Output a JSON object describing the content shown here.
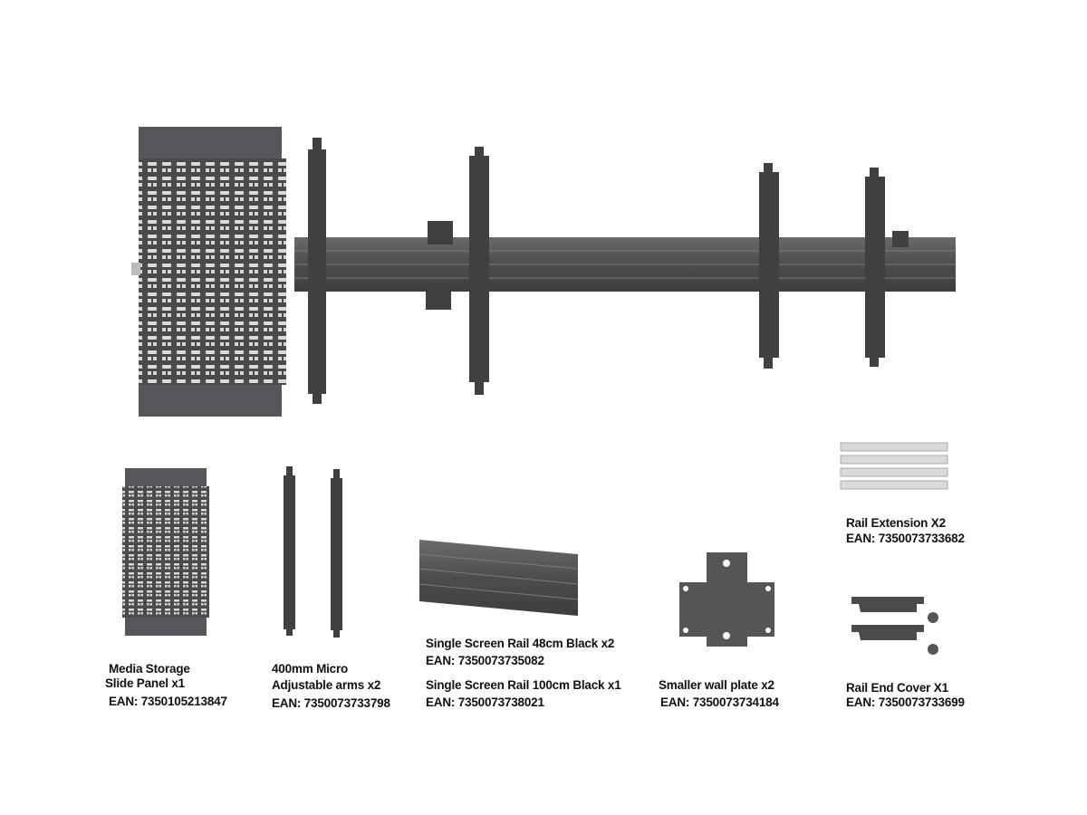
{
  "parts": [
    {
      "name_lines": [
        "Media Storage",
        "Slide Panel x1"
      ],
      "ean": "EAN: 7350105213847"
    },
    {
      "name_lines": [
        "400mm Micro",
        "Adjustable arms x2"
      ],
      "ean": "EAN: 7350073733798"
    },
    {
      "name_lines": [
        "Single Screen Rail 48cm Black x2"
      ],
      "ean": "EAN: 7350073735082"
    },
    {
      "name_lines": [
        "Single Screen Rail 100cm Black x1"
      ],
      "ean": "EAN: 7350073738021"
    },
    {
      "name_lines": [
        "Smaller wall plate x2"
      ],
      "ean": "EAN: 7350073734184"
    },
    {
      "name_lines": [
        "Rail Extension X2"
      ],
      "ean": "EAN: 7350073733682"
    },
    {
      "name_lines": [
        "Rail End Cover X1"
      ],
      "ean": "EAN: 7350073733699"
    }
  ],
  "colors": {
    "metal": "#4a4b4d",
    "metal_light": "#6d6e70",
    "aluminium": "#d9dadc",
    "text": "#111111"
  }
}
